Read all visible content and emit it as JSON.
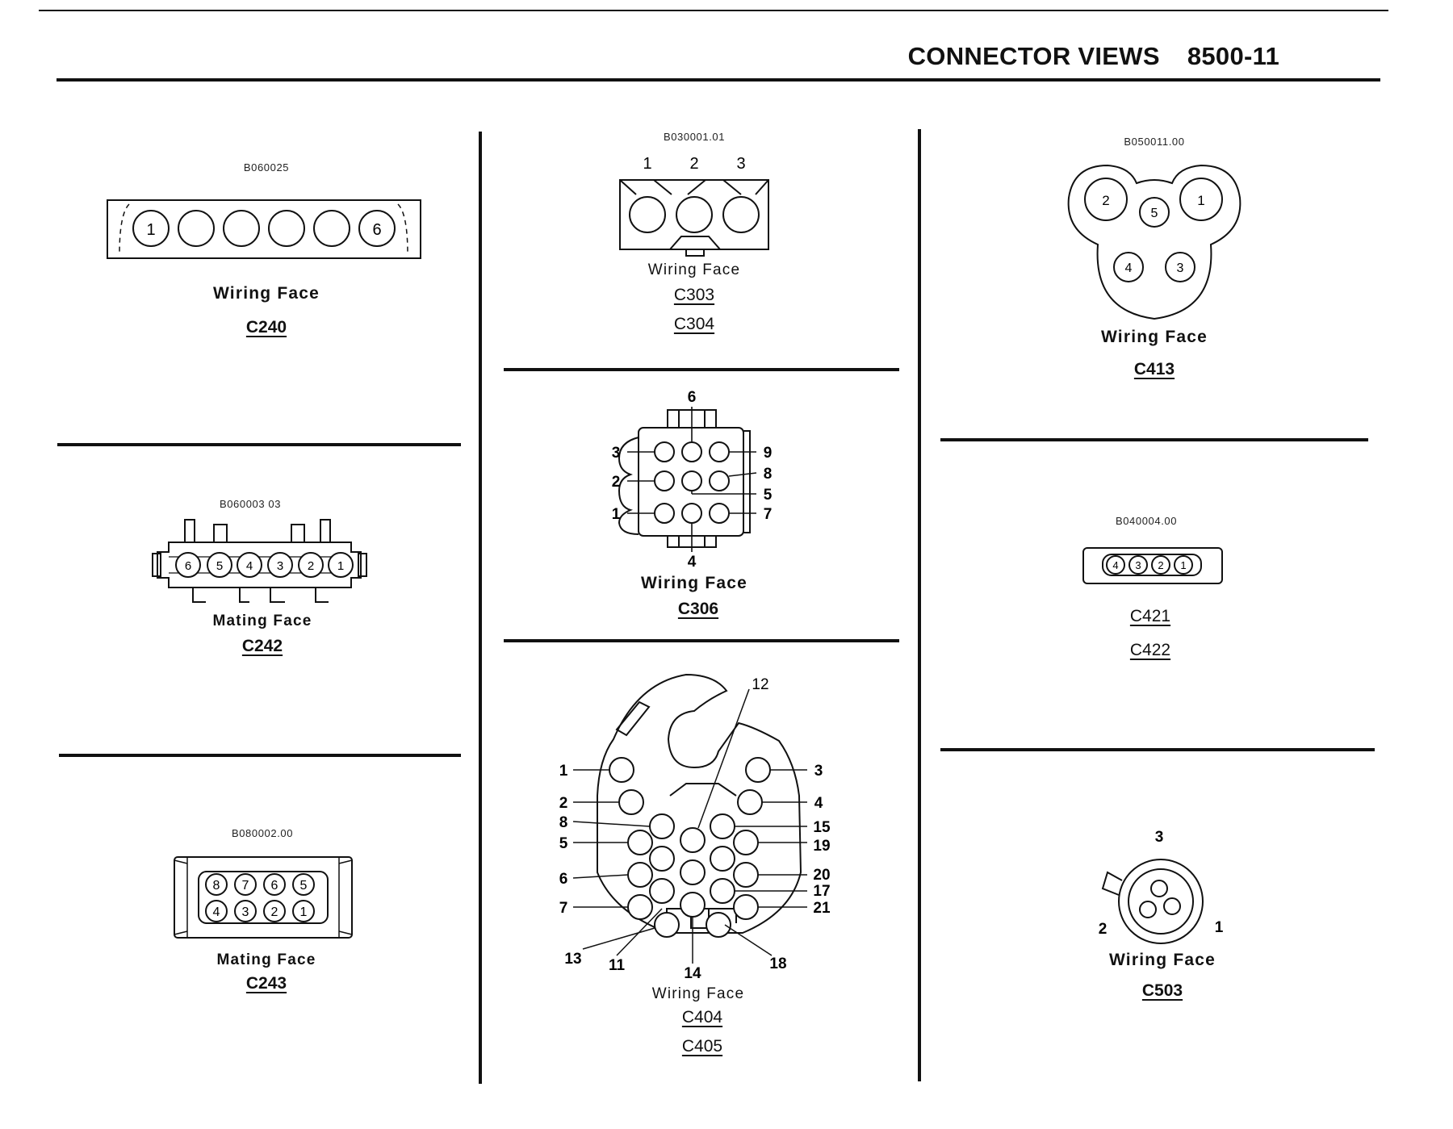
{
  "header": {
    "title": "CONNECTOR VIEWS",
    "page": "8500-11"
  },
  "c240": {
    "code": "B060025",
    "face": "Wiring Face",
    "ids": [
      "C240"
    ],
    "pins": [
      "1",
      "6"
    ]
  },
  "c242": {
    "code": "B060003 03",
    "face": "Mating Face",
    "ids": [
      "C242"
    ],
    "pins": [
      "6",
      "5",
      "4",
      "3",
      "2",
      "1"
    ]
  },
  "c243": {
    "code": "B080002.00",
    "face": "Mating Face",
    "ids": [
      "C243"
    ],
    "pins_top": [
      "8",
      "7",
      "6",
      "5"
    ],
    "pins_bottom": [
      "4",
      "3",
      "2",
      "1"
    ]
  },
  "c303": {
    "code": "B030001.01",
    "face": "Wiring Face",
    "ids": [
      "C303",
      "C304"
    ],
    "pins": [
      "1",
      "2",
      "3"
    ]
  },
  "c306": {
    "face": "Wiring Face",
    "ids": [
      "C306"
    ],
    "pins": [
      "6",
      "3",
      "2",
      "1",
      "9",
      "8",
      "5",
      "7",
      "4"
    ]
  },
  "c404": {
    "face": "Wiring Face",
    "ids": [
      "C404",
      "C405"
    ],
    "pins": [
      "12",
      "1",
      "2",
      "8",
      "5",
      "6",
      "7",
      "13",
      "11",
      "14",
      "3",
      "4",
      "15",
      "19",
      "20",
      "17",
      "21",
      "18"
    ]
  },
  "c413": {
    "code": "B050011.00",
    "face": "Wiring Face",
    "ids": [
      "C413"
    ],
    "pins": [
      "2",
      "5",
      "1",
      "4",
      "3"
    ]
  },
  "c421": {
    "code": "B040004.00",
    "ids": [
      "C421",
      "C422"
    ],
    "pins": [
      "4",
      "3",
      "2",
      "1"
    ]
  },
  "c503": {
    "face": "Wiring Face",
    "ids": [
      "C503"
    ],
    "pins": [
      "3",
      "2",
      "1"
    ]
  }
}
